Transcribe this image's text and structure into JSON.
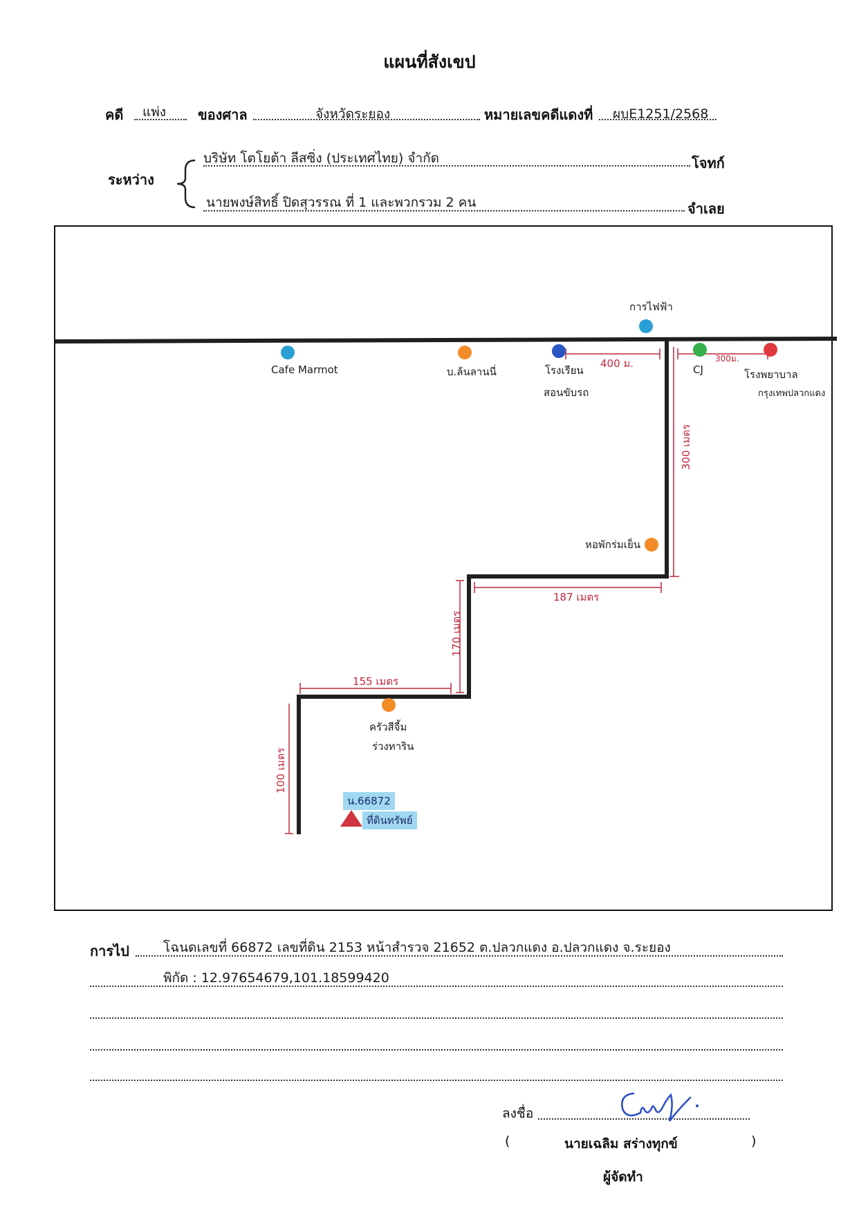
{
  "title": "แผนที่สังเขป",
  "case": {
    "label_case": "คดี",
    "case_type": "แพ่ง",
    "label_court": "ของศาล",
    "court": "จังหวัดระยอง",
    "label_red_no": "หมายเลขคดีแดงที่",
    "red_no": "ผบE1251/2568"
  },
  "parties": {
    "label_between": "ระหว่าง",
    "plaintiff_name": "บริษัท โตโยต้า ลีสซิ่ง (ประเทศไทย) จำกัด",
    "plaintiff_role": "โจทก์",
    "defendant_name": "นายพงษ์สิทธิ์  ปิดสุวรรณ ที่ 1 และพวกรวม 2 คน",
    "defendant_role": "จำเลย"
  },
  "map": {
    "landmarks": [
      {
        "name": "Cafe Marmot",
        "color": "#2a9fd6"
      },
      {
        "name": "บ.ล้นลานนี่",
        "color": "#f28c28"
      },
      {
        "name": "โรงเรียน",
        "color": "#2b55c4"
      },
      {
        "name": "สอนขับรถ",
        "color": "#2b55c4"
      },
      {
        "name": "การไฟฟ้า",
        "color": "#2a9fd6"
      },
      {
        "name": "CJ",
        "color": "#35b04a"
      },
      {
        "name": "โรงพยาบาล",
        "color": "#e0393e"
      },
      {
        "name": "กรุงเทพปลวกแดง",
        "color": "#e0393e"
      },
      {
        "name": "หอพักร่มเย็น",
        "color": "#f28c28"
      },
      {
        "name": "ครัวสีจี้ม",
        "color": "#f28c28"
      },
      {
        "name": "ร่วงทาริน",
        "color": "#f28c28"
      }
    ],
    "distances": {
      "d400": "400 ม.",
      "d300_cj": "300ม.",
      "d300": "300 เมตร",
      "d187": "187 เมตร",
      "d170": "170 เมตร",
      "d155": "155 เมตร",
      "d100": "100 เมตร"
    },
    "plot_label": "น.66872",
    "plot_caption": "ที่ดินทรัพย์"
  },
  "directions": {
    "label": "การไป",
    "line1": "โฉนดเลขที่ 66872 เลขที่ดิน 2153 หน้าสำรวจ 21652 ต.ปลวกแดง อ.ปลวกแดง จ.ระยอง",
    "line2": "พิกัด : 12.97654679,101.18599420"
  },
  "signature": {
    "label_sign": "ลงชื่อ",
    "open_paren": "(",
    "name": "นายเฉลิม  สร่างทุกข์",
    "close_paren": ")",
    "role": "ผู้จัดทำ"
  },
  "colors": {
    "road": "#1f1f1f",
    "dimension": "#c0283c"
  }
}
